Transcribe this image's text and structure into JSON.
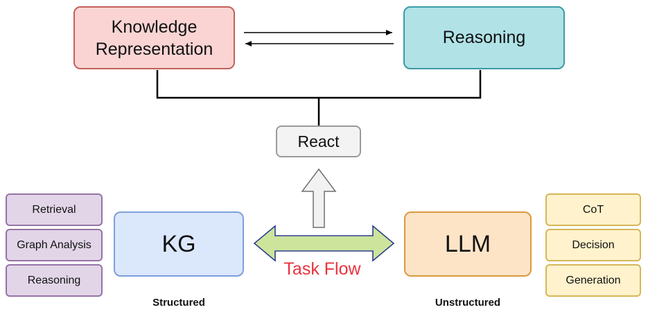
{
  "top": {
    "knowledge_representation": "Knowledge\nRepresentation",
    "reasoning": "Reasoning"
  },
  "react": "React",
  "kg": {
    "label": "KG",
    "caption": "Structured",
    "tasks": [
      "Retrieval",
      "Graph Analysis",
      "Reasoning"
    ]
  },
  "llm": {
    "label": "LLM",
    "caption": "Unstructured",
    "tasks": [
      "CoT",
      "Decision",
      "Generation"
    ]
  },
  "task_flow": "Task Flow",
  "colors": {
    "task_flow_text": "#e8343e",
    "double_arrow_fill": "#cce49b",
    "double_arrow_stroke": "#2f3e8f",
    "up_arrow_fill": "#f2f2f2",
    "up_arrow_stroke": "#707070",
    "connector": "#000000"
  }
}
